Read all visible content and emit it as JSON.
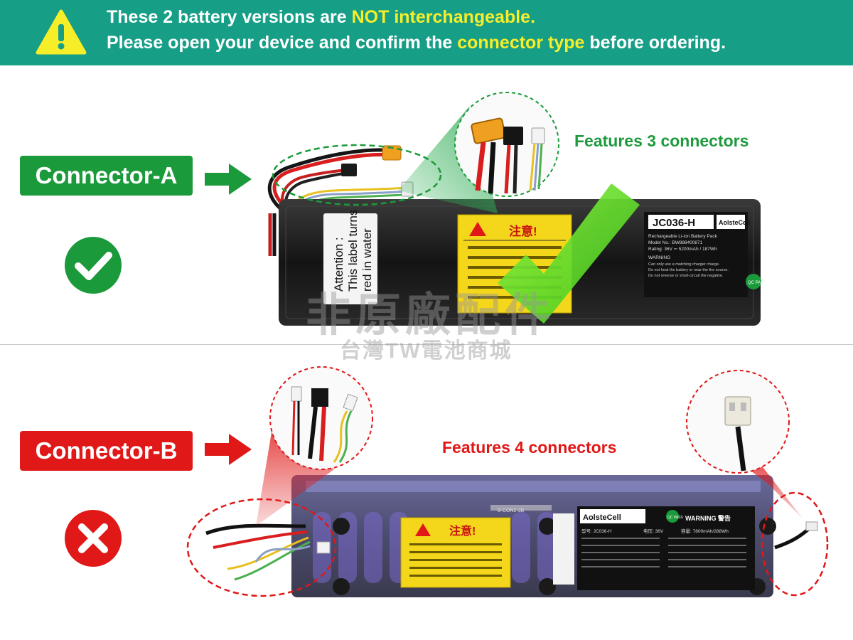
{
  "banner": {
    "line1_pre": "These 2 battery versions are ",
    "line1_highlight": "NOT interchangeable.",
    "line2_pre": "Please open your device and confirm the ",
    "line2_highlight": "connector type",
    "line2_post": " before ordering.",
    "background_color": "#169e86",
    "highlight_color": "#f7ee2a"
  },
  "connector_a": {
    "label": "Connector-A",
    "feature_text": "Features 3 connectors",
    "status_icon": "check-circle-icon",
    "color": "#1b9a3b",
    "battery": {
      "model_label": "JC036-H",
      "brand": "AolsteCell",
      "pack_title": "Rechargeable Li-ion Battery Pack",
      "model_no": "Model No.: BW888400871",
      "rating": "Rating: 36V ⎓ 5200mAh / 187Wh",
      "warning_title": "WARNING",
      "warning_lines": [
        "Can only use a matching charger charge.",
        "Do not heat the battery or near the fire source.",
        "Do not reverse or short-circuit the negative."
      ],
      "caution_title": "注意!",
      "side_label": [
        "Attention :",
        "This label turns",
        "red in water"
      ],
      "qc": "QC PASS"
    }
  },
  "connector_b": {
    "label": "Connector-B",
    "feature_text": "Features 4 connectors",
    "status_icon": "cross-circle-icon",
    "color": "#e01818",
    "battery": {
      "brand": "AolsteCell",
      "model": "型号: JC036-H",
      "voltage": "电压: 36V",
      "capacity": "容量: 7800mAh/288Wh",
      "warning_title": "WARNING 警告",
      "caution_title": "注意!",
      "board_label": "B-CON2-3B",
      "qc": "QC PASS"
    }
  },
  "watermark": {
    "line1": "非原廠配件",
    "line2": "台灣TW電池商城"
  }
}
